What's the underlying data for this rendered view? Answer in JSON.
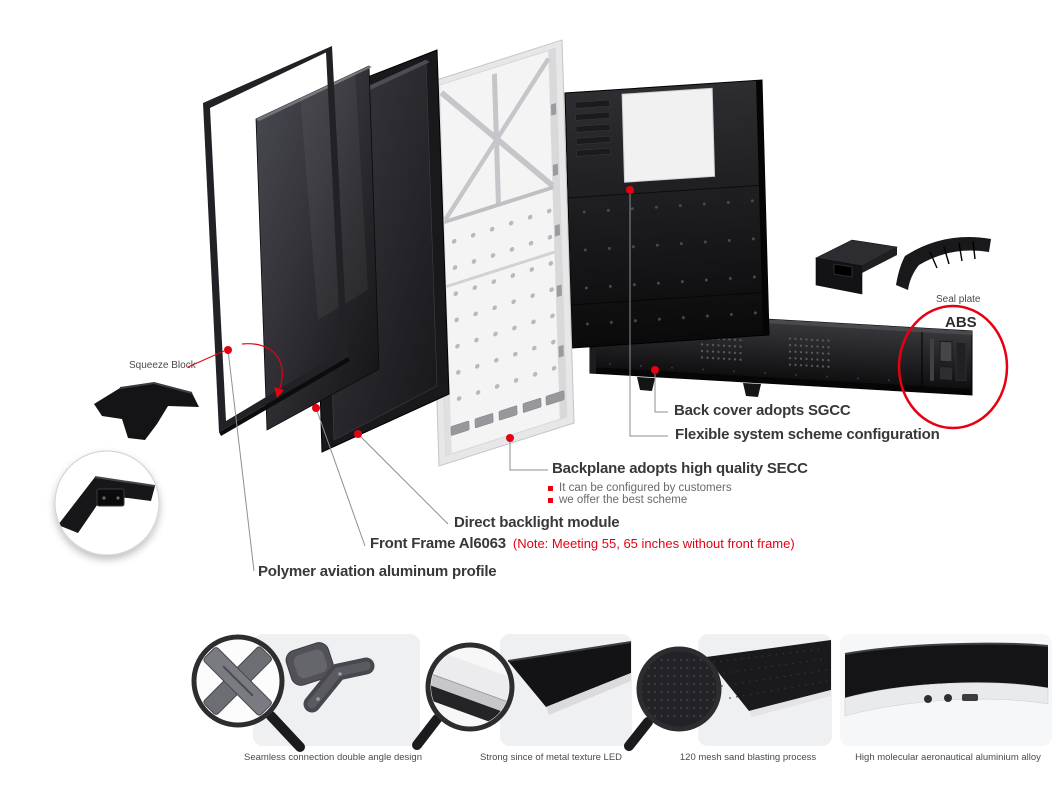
{
  "colors": {
    "accent_red": "#e60012",
    "label_text": "#383838",
    "caption_text": "#4a4a4a",
    "panel_dark": "#19191c",
    "chassis_light": "#f4f4f5"
  },
  "annotations": {
    "squeeze_block": "Squeeze Block",
    "seal_plate": "Seal plate",
    "abs": "ABS",
    "back_cover": "Back cover adopts SGCC",
    "flexible_system": "Flexible system scheme configuration",
    "backplane": "Backplane adopts high quality SECC",
    "backplane_point_1": "It can be configured by customers",
    "backplane_point_2": "we offer the best scheme",
    "direct_backlight": "Direct backlight module",
    "front_frame": "Front Frame Al6063",
    "front_frame_note": "(Note: Meeting 55, 65 inches without front frame)",
    "polymer_profile": "Polymer aviation aluminum profile"
  },
  "details": [
    {
      "caption": "Seamless connection double angle design"
    },
    {
      "caption": "Strong since of metal texture LED"
    },
    {
      "caption": "120 mesh sand blasting process"
    },
    {
      "caption": "High molecular aeronautical aluminium alloy"
    }
  ]
}
